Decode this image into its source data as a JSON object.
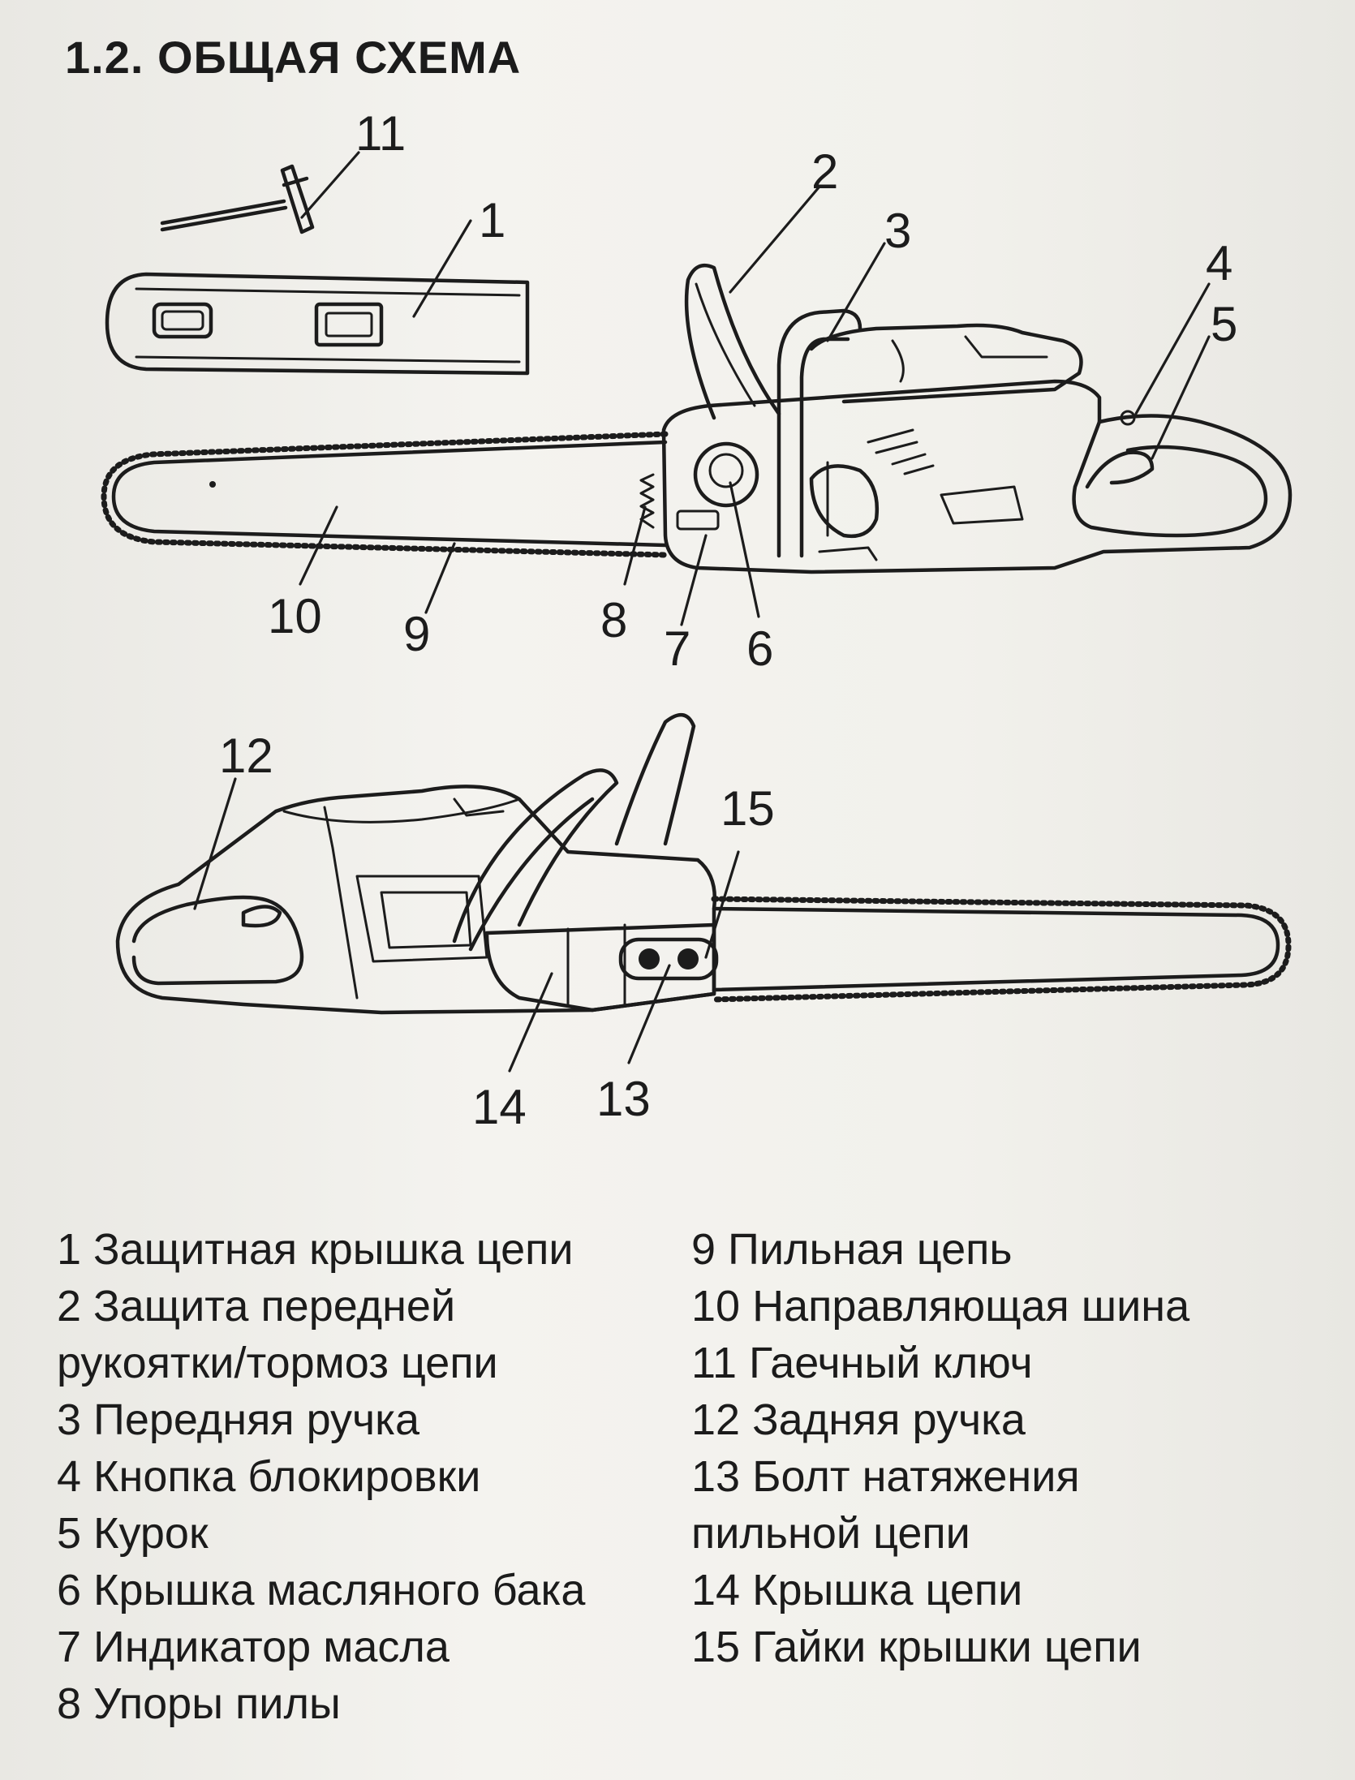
{
  "title": "1.2. ОБЩАЯ СХЕМА",
  "callouts": [
    "1",
    "2",
    "3",
    "4",
    "5",
    "6",
    "7",
    "8",
    "9",
    "10",
    "11",
    "12",
    "13",
    "14",
    "15"
  ],
  "legend": {
    "left": [
      "1 Защитная крышка цепи",
      "2 Защита передней",
      "рукоятки/тормоз цепи",
      "3 Передняя ручка",
      "4 Кнопка блокировки",
      "5 Курок",
      "6 Крышка масляного бака",
      "7 Индикатор масла",
      "8 Упоры пилы"
    ],
    "right": [
      "9 Пильная цепь",
      "10 Направляющая шина",
      "11 Гаечный ключ",
      "12 Задняя ручка",
      "13 Болт натяжения",
      "пильной цепи",
      "14 Крышка цепи",
      "15 Гайки крышки цепи"
    ]
  }
}
